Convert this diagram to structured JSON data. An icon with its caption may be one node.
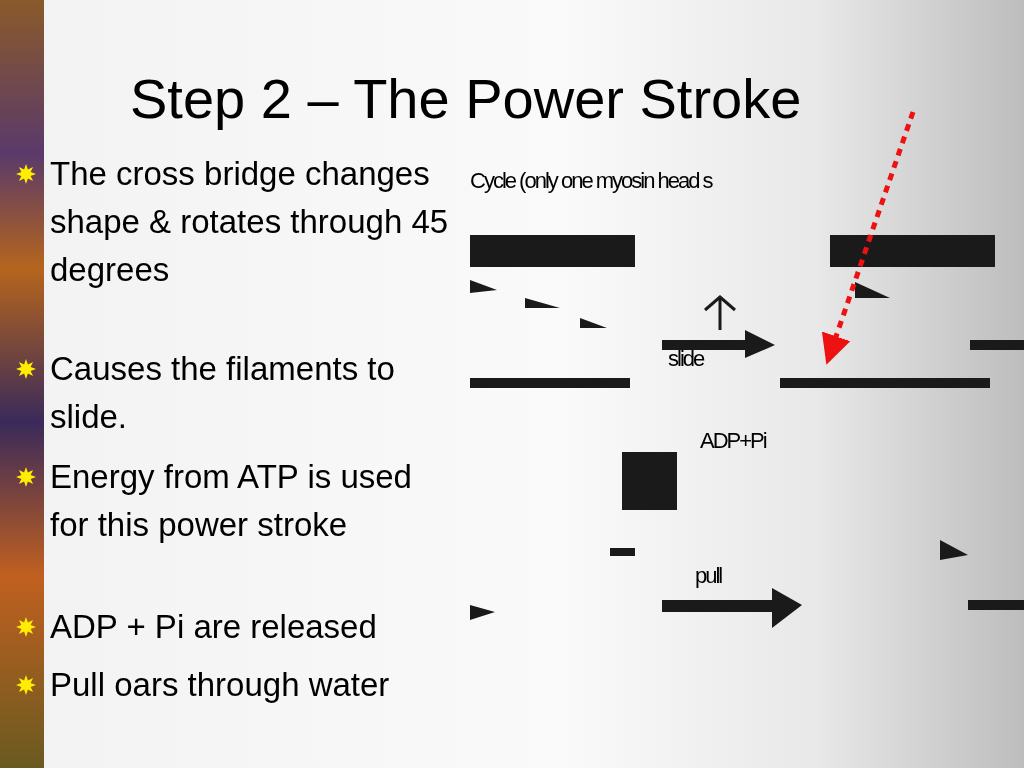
{
  "diagram": {
    "title": "Step 2 – The Power Stroke",
    "labels": [
      "The cross bridge changes shape & rotates through 45 degrees",
      "Causes the filaments to slide.",
      "Energy from ATP is used for this power stroke",
      "ADP + Pi are released",
      "Pull oars through water",
      "Cycle (only one myosin head s",
      "slide",
      "ADP+Pi",
      "pull"
    ]
  }
}
